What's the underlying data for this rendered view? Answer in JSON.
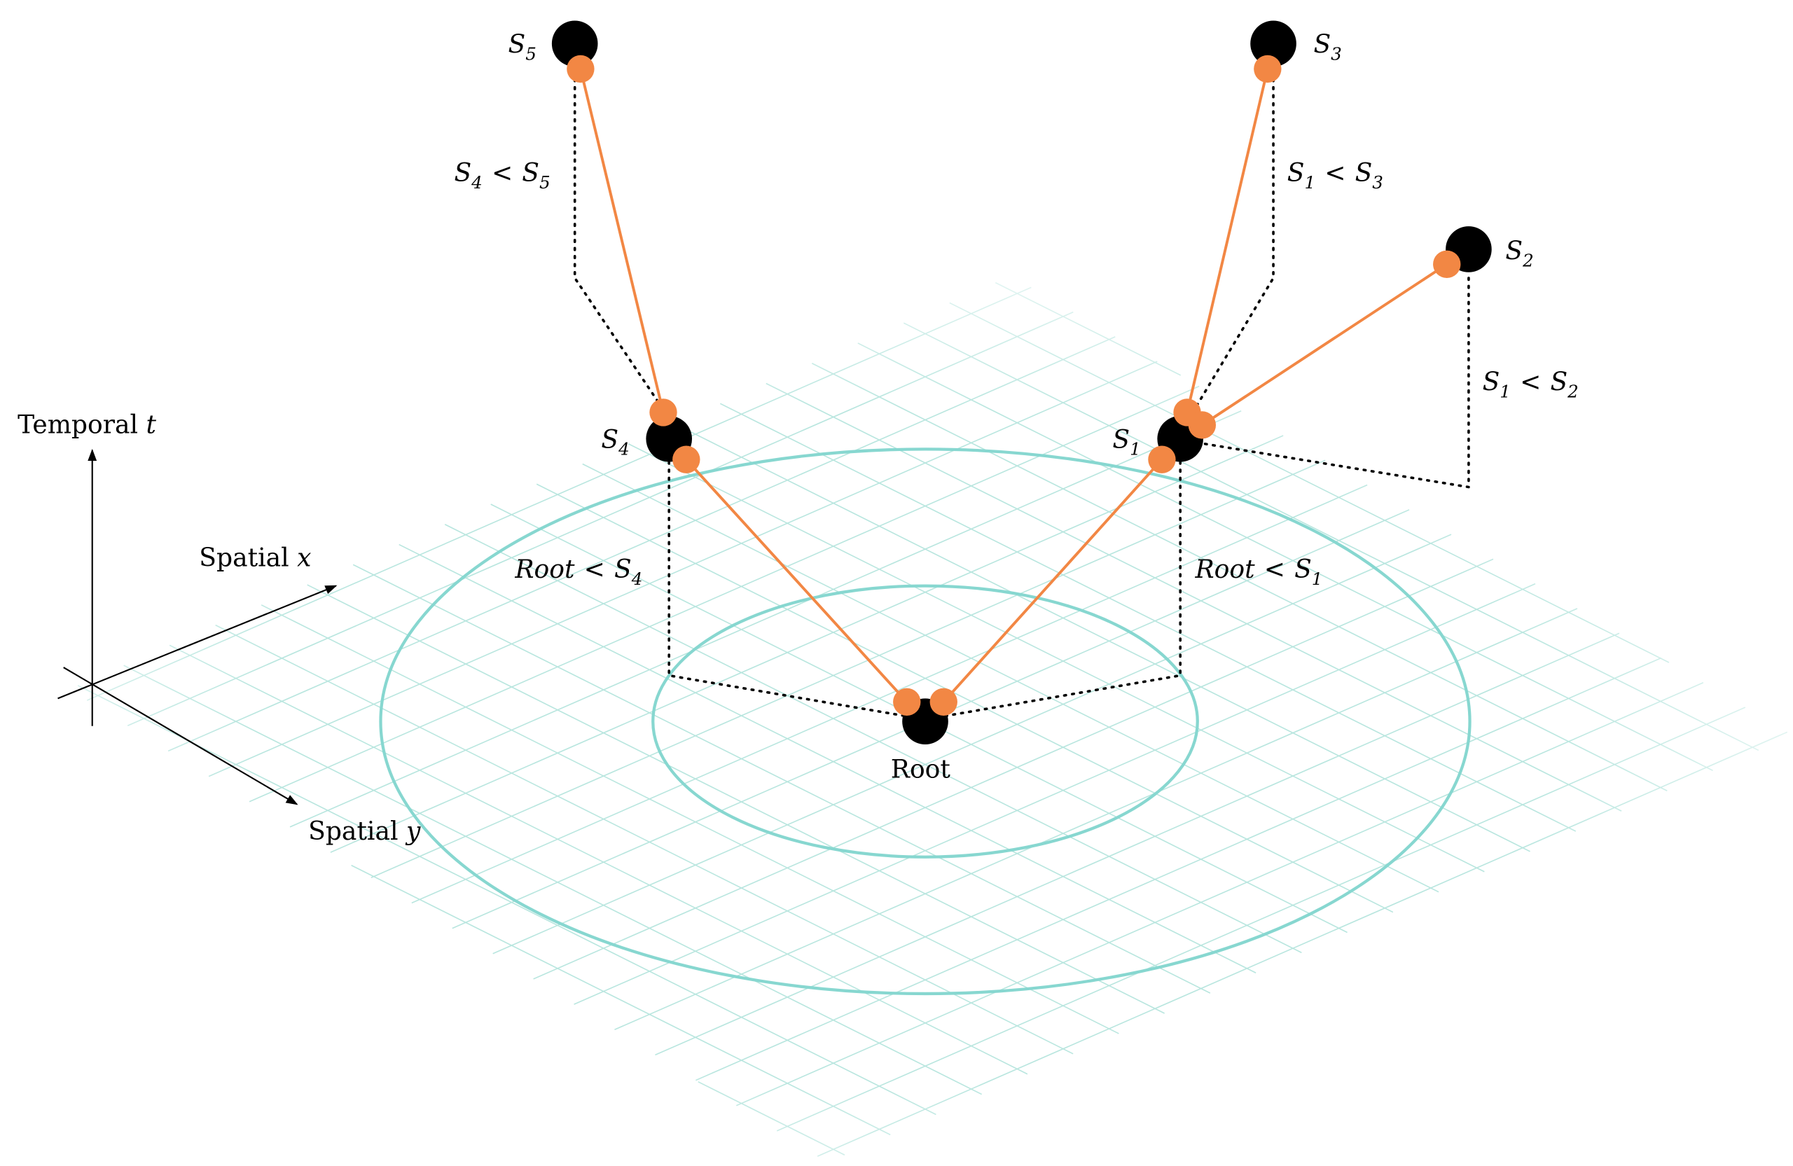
{
  "colors": {
    "edge": "#f28744",
    "node": "#000000",
    "ring": "#87d7d0",
    "grid": "#b9e6df"
  },
  "axes": {
    "temporal": {
      "word": "Temporal",
      "var": "t"
    },
    "spatial_x": {
      "word": "Spatial",
      "var": "x"
    },
    "spatial_y": {
      "word": "Spatial",
      "var": "y"
    }
  },
  "nodes": {
    "root": {
      "label": "Root"
    },
    "s1": {
      "base": "S",
      "sub": "1"
    },
    "s2": {
      "base": "S",
      "sub": "2"
    },
    "s3": {
      "base": "S",
      "sub": "3"
    },
    "s4": {
      "base": "S",
      "sub": "4"
    },
    "s5": {
      "base": "S",
      "sub": "5"
    }
  },
  "constraints": {
    "s4_s5": {
      "l": "S",
      "lsub": "4",
      "op": "<",
      "r": "S",
      "rsub": "5"
    },
    "s1_s3": {
      "l": "S",
      "lsub": "1",
      "op": "<",
      "r": "S",
      "rsub": "3"
    },
    "s1_s2": {
      "l": "S",
      "lsub": "1",
      "op": "<",
      "r": "S",
      "rsub": "2"
    },
    "root_s4": {
      "l": "Root",
      "op": "<",
      "r": "S",
      "rsub": "4"
    },
    "root_s1": {
      "l": "Root",
      "op": "<",
      "r": "S",
      "rsub": "1"
    }
  }
}
